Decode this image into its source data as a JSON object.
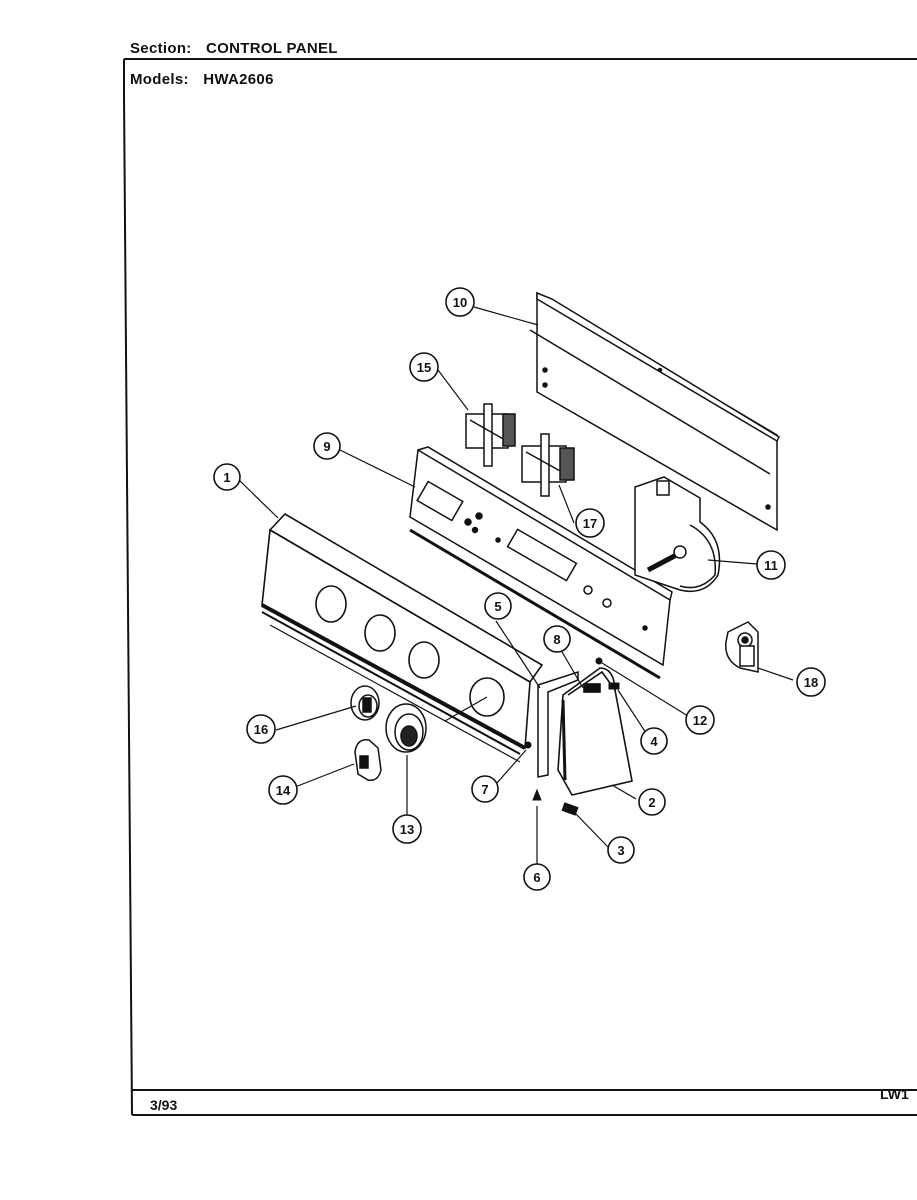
{
  "header": {
    "section_label": "Section:",
    "section_value": "CONTROL PANEL",
    "models_label": "Models:",
    "models_value": "HWA2606"
  },
  "footer": {
    "date": "3/93",
    "code": "LW1"
  },
  "callouts": [
    {
      "id": "part-1",
      "number": "1"
    },
    {
      "id": "part-2",
      "number": "2"
    },
    {
      "id": "part-3",
      "number": "3"
    },
    {
      "id": "part-4",
      "number": "4"
    },
    {
      "id": "part-5",
      "number": "5"
    },
    {
      "id": "part-6",
      "number": "6"
    },
    {
      "id": "part-7",
      "number": "7"
    },
    {
      "id": "part-8",
      "number": "8"
    },
    {
      "id": "part-9",
      "number": "9"
    },
    {
      "id": "part-10",
      "number": "10"
    },
    {
      "id": "part-11",
      "number": "11"
    },
    {
      "id": "part-12",
      "number": "12"
    },
    {
      "id": "part-13",
      "number": "13"
    },
    {
      "id": "part-14",
      "number": "14"
    },
    {
      "id": "part-15",
      "number": "15"
    },
    {
      "id": "part-16",
      "number": "16"
    },
    {
      "id": "part-17",
      "number": "17"
    },
    {
      "id": "part-18",
      "number": "18"
    }
  ]
}
